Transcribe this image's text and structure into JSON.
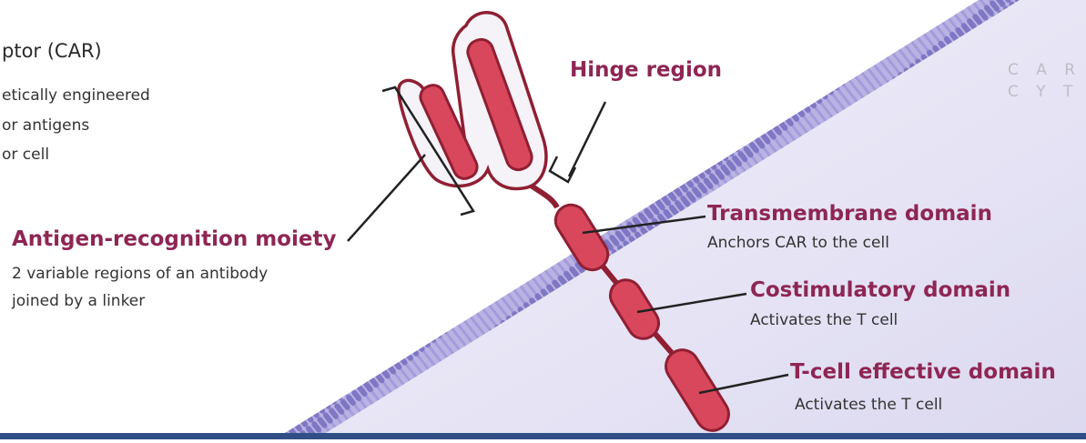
{
  "intro": {
    "title": "ptor (CAR)",
    "lines": [
      "etically engineered",
      "or antigens",
      "or cell"
    ]
  },
  "side_text": [
    "C A R  T",
    "C Y T O"
  ],
  "labels": {
    "hinge": {
      "heading": "Hinge region"
    },
    "antigen": {
      "heading": "Antigen-recognition moiety",
      "lines": [
        "2 variable regions of an antibody",
        "joined by a linker"
      ]
    },
    "transmembrane": {
      "heading": "Transmembrane domain",
      "desc": "Anchors CAR to the cell"
    },
    "costimulatory": {
      "heading": "Costimulatory domain",
      "desc": "Activates the T cell"
    },
    "effective": {
      "heading": "T-cell effective domain",
      "desc": "Activates the T cell"
    }
  },
  "colors": {
    "accent": "#8e2654",
    "domain_fill": "#d9475c",
    "domain_stroke": "#8f1f33",
    "membrane": "#9b94d2",
    "cytoplasm": "#ebe9f6",
    "bottom_bar": "#2f4f86"
  }
}
